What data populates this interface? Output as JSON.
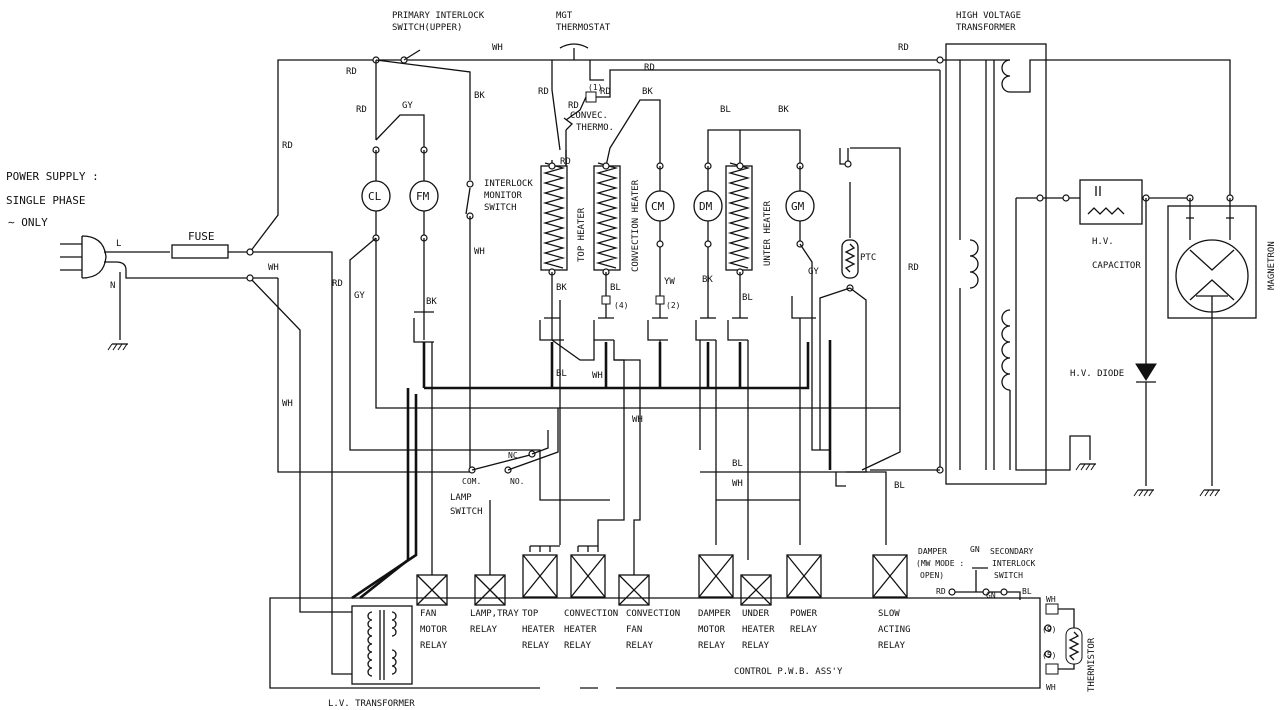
{
  "power": {
    "line1": "POWER SUPPLY :",
    "line2": "SINGLE PHASE",
    "line3": "∼ ONLY",
    "l": "L",
    "n": "N",
    "fuse": "FUSE"
  },
  "switches": {
    "primary1": "PRIMARY INTERLOCK",
    "primary2": "SWITCH(UPPER)",
    "monitor1": "INTERLOCK",
    "monitor2": "MONITOR",
    "monitor3": "SWITCH",
    "lamp1": "LAMP",
    "lamp2": "SWITCH",
    "nc": "NC.",
    "no": "NO.",
    "com": "COM.",
    "damper1": "DAMPER",
    "damper2": "(MW MODE :",
    "damper3": "OPEN)",
    "secondary1": "SECONDARY",
    "secondary2": "INTERLOCK",
    "secondary3": "SWITCH"
  },
  "thermostats": {
    "mgt1": "MGT",
    "mgt2": "THERMOSTAT",
    "convec1": "CONVEC.",
    "convec2": "THERMO."
  },
  "motors": {
    "cl": "CL",
    "fm": "FM",
    "cm": "CM",
    "dm": "DM",
    "gm": "GM"
  },
  "heaters": {
    "top": "TOP HEATER",
    "convection": "CONVECTION HEATER",
    "under": "UNTER HEATER"
  },
  "hv": {
    "t1": "HIGH VOLTAGE",
    "t2": "TRANSFORMER",
    "cap1": "H.V.",
    "cap2": "CAPACITOR",
    "diode": "H.V. DIODE",
    "magnetron": "MAGNETRON",
    "ptc": "PTC"
  },
  "wire_colors": {
    "rd": "RD",
    "wh": "WH",
    "bk": "BK",
    "bl": "BL",
    "gy": "GY",
    "yw": "YW",
    "gn": "GN"
  },
  "terminals": {
    "t1": "(1)",
    "t2": "(2)",
    "t4": "(4)",
    "t5": "(5)",
    "t9": "(9)"
  },
  "relays": {
    "fan": [
      "FAN",
      "MOTOR",
      "RELAY"
    ],
    "lamp": [
      "LAMP,TRAY",
      "RELAY"
    ],
    "top": [
      "TOP",
      "HEATER",
      "RELAY"
    ],
    "conv_heater": [
      "CONVECTION",
      "HEATER",
      "RELAY"
    ],
    "conv_fan": [
      "CONVECTION",
      "FAN",
      "RELAY"
    ],
    "damper": [
      "DAMPER",
      "MOTOR",
      "RELAY"
    ],
    "under": [
      "UNDER",
      "HEATER",
      "RELAY"
    ],
    "power": [
      "POWER",
      "RELAY"
    ],
    "slow": [
      "SLOW",
      "ACTING",
      "RELAY"
    ]
  },
  "board": {
    "pwb": "CONTROL P.W.B. ASS'Y",
    "lv": "L.V. TRANSFORMER",
    "thermistor": "THERMISTOR"
  }
}
